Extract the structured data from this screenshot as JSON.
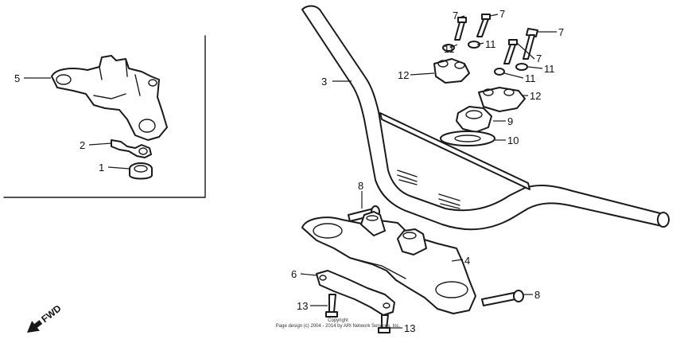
{
  "callouts": [
    {
      "id": "c1",
      "label": "1"
    },
    {
      "id": "c2",
      "label": "2"
    },
    {
      "id": "c3",
      "label": "3"
    },
    {
      "id": "c4",
      "label": "4"
    },
    {
      "id": "c5",
      "label": "5"
    },
    {
      "id": "c6",
      "label": "6"
    },
    {
      "id": "c7a",
      "label": "7"
    },
    {
      "id": "c7b",
      "label": "7"
    },
    {
      "id": "c7c",
      "label": "7"
    },
    {
      "id": "c7d",
      "label": "7"
    },
    {
      "id": "c8a",
      "label": "8"
    },
    {
      "id": "c8b",
      "label": "8"
    },
    {
      "id": "c9",
      "label": "9"
    },
    {
      "id": "c10",
      "label": "10"
    },
    {
      "id": "c11a",
      "label": "11"
    },
    {
      "id": "c11b",
      "label": "11"
    },
    {
      "id": "c11c",
      "label": "11"
    },
    {
      "id": "c11d",
      "label": "11"
    },
    {
      "id": "c12a",
      "label": "12"
    },
    {
      "id": "c12b",
      "label": "12"
    },
    {
      "id": "c13a",
      "label": "13"
    },
    {
      "id": "c13b",
      "label": "13"
    }
  ],
  "fwd_label": "FWD",
  "copyright": {
    "line1": "Copyright",
    "line2": "Page design (c) 2004 - 2014 by ARI Network Services, Inc."
  }
}
